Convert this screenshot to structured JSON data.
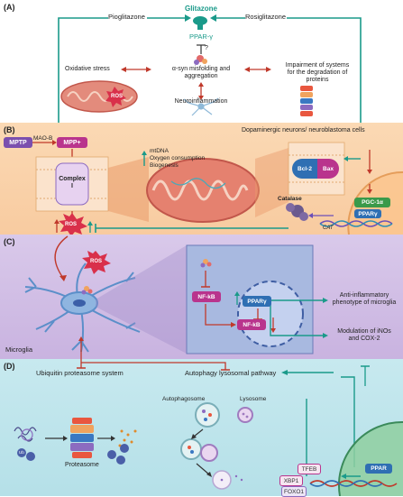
{
  "panels": {
    "a": {
      "label": "(A)",
      "drug_left": "Pioglitazone",
      "drug_class": "Glitazone",
      "drug_right": "Rosiglitazone",
      "receptor": "PPAR-γ",
      "unknown_mark": "?",
      "left_effect": "Oxidative stress",
      "center_effect_l1": "α-syn misfolding and",
      "center_effect_l2": "aggregation",
      "right_effect_l1": "Impairment of systems",
      "right_effect_l2": "for the degradation of",
      "right_effect_l3": "proteins",
      "mito_label": "ROS",
      "bottom_effect": "Neuroinflammation"
    },
    "b": {
      "label": "(B)",
      "mptp": "MPTP",
      "mao": "MAO-B",
      "mpp": "MPP+",
      "complex_l1": "Complex",
      "complex_l2": "I",
      "mito_l1": "mtDNA",
      "mito_l2": "Oxygen consumption",
      "mito_l3": "Biogenesis",
      "cells": "Dopaminergic neurons/ neuroblastoma cells",
      "bcl2": "Bcl-2",
      "bax": "Bax",
      "pgc": "PGC-1α",
      "ppar": "PPARγ",
      "catalase": "Catalase",
      "cat_gene": "CAT",
      "ros": "ROS"
    },
    "c": {
      "label": "(C)",
      "ros": "ROS",
      "nfkb1": "NF-kB",
      "ppar": "PPARγ",
      "nfkb2": "NF-kB",
      "out1_l1": "Anti-inflammatory",
      "out1_l2": "phenotype of microglia",
      "out2_l1": "Modulation of iNOs",
      "out2_l2": "and COX-2",
      "cell": "Microglia"
    },
    "d": {
      "label": "(D)",
      "ups": "Ubiquitin proteasome system",
      "alp": "Autophagy lysosomal pathway",
      "autophagosome": "Autophagosome",
      "lysosome": "Lysosome",
      "proteasome": "Proteasome",
      "ub": "Ub",
      "tfeb": "TFEB",
      "xbp1": "XBP1",
      "foxo1": "FOXO1",
      "ppar": "PPAR"
    }
  },
  "colors": {
    "activate": "#1a9a8a",
    "inhibit": "#c0392b",
    "ros": "#d9304a",
    "purple_box": "#7b4fae",
    "magenta_box": "#b9348d",
    "green_box": "#3a9a4a",
    "blue_box": "#2f6fb3"
  }
}
